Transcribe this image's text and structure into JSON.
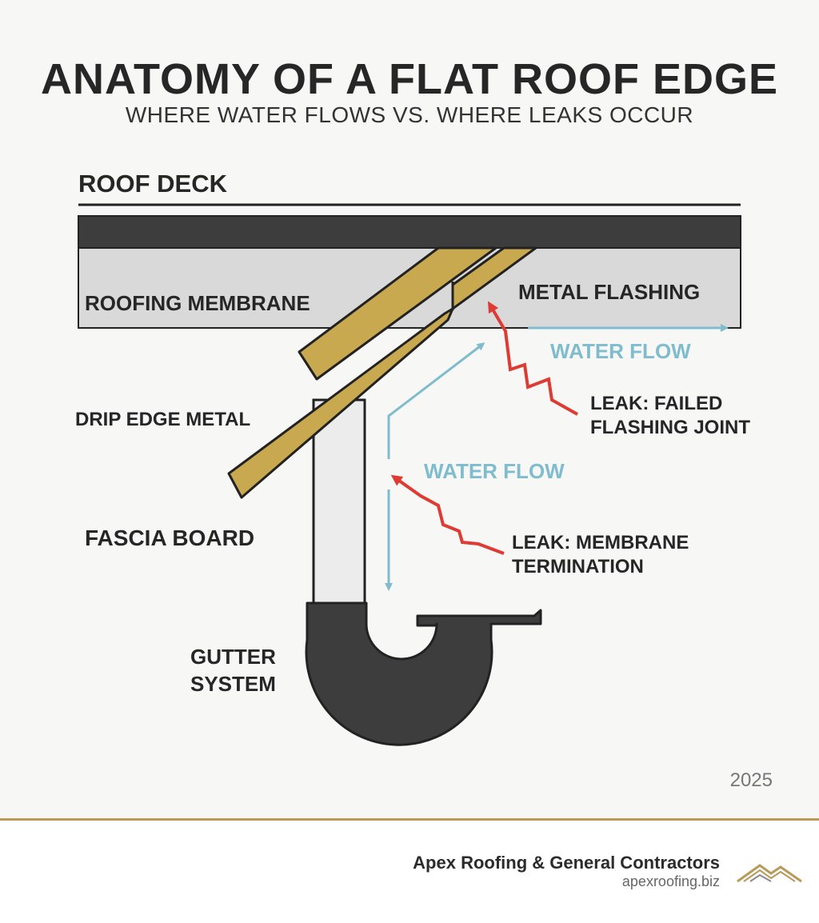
{
  "title": "ANATOMY OF A FLAT ROOF EDGE",
  "subtitle": "WHERE WATER FLOWS VS. WHERE LEAKS OCCUR",
  "labels": {
    "roof_deck": "ROOF DECK",
    "roofing_membrane": "ROOFING MEMBRANE",
    "metal_flashing": "METAL FLASHING",
    "drip_edge": "DRIP EDGE METAL",
    "fascia_board": "FASCIA BOARD",
    "gutter_line1": "GUTTER",
    "gutter_line2": "SYSTEM",
    "water_flow_1": "WATER FLOW",
    "water_flow_2": "WATER FLOW",
    "leak1_line1": "LEAK: FAILED",
    "leak1_line2": "FLASHING JOINT",
    "leak2_line1": "LEAK: MEMBRANE",
    "leak2_line2": "TERMINATION"
  },
  "year": "2025",
  "footer": {
    "company": "Apex Roofing & General Contractors",
    "website": "apexroofing.biz"
  },
  "colors": {
    "deck": "#3d3d3d",
    "membrane": "#d9d9d9",
    "metal": "#c9a94f",
    "fascia": "#ececec",
    "gutter": "#3d3d3d",
    "water": "#7fbccd",
    "leak": "#dd3b33",
    "accent": "#b99a5a"
  },
  "icons": {
    "logo": "roof-peaks-icon"
  }
}
